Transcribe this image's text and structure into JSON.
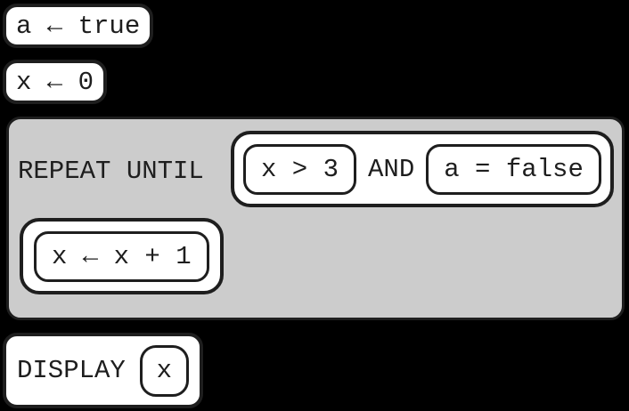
{
  "colors": {
    "canvas_bg": "#000000",
    "block_fill": "#ffffff",
    "container_fill": "#cccccc",
    "border": "#1e1e1e",
    "text": "#1e1e1e"
  },
  "blocks": {
    "assign_a": {
      "text": "a ← true"
    },
    "assign_x": {
      "text": "x ← 0"
    },
    "repeat": {
      "keyword": "REPEAT UNTIL",
      "condition": {
        "left": "x > 3",
        "operator": "AND",
        "right": "a = false"
      },
      "body": {
        "statement": "x ← x + 1"
      }
    },
    "display": {
      "keyword": "DISPLAY",
      "argument": "x"
    }
  }
}
